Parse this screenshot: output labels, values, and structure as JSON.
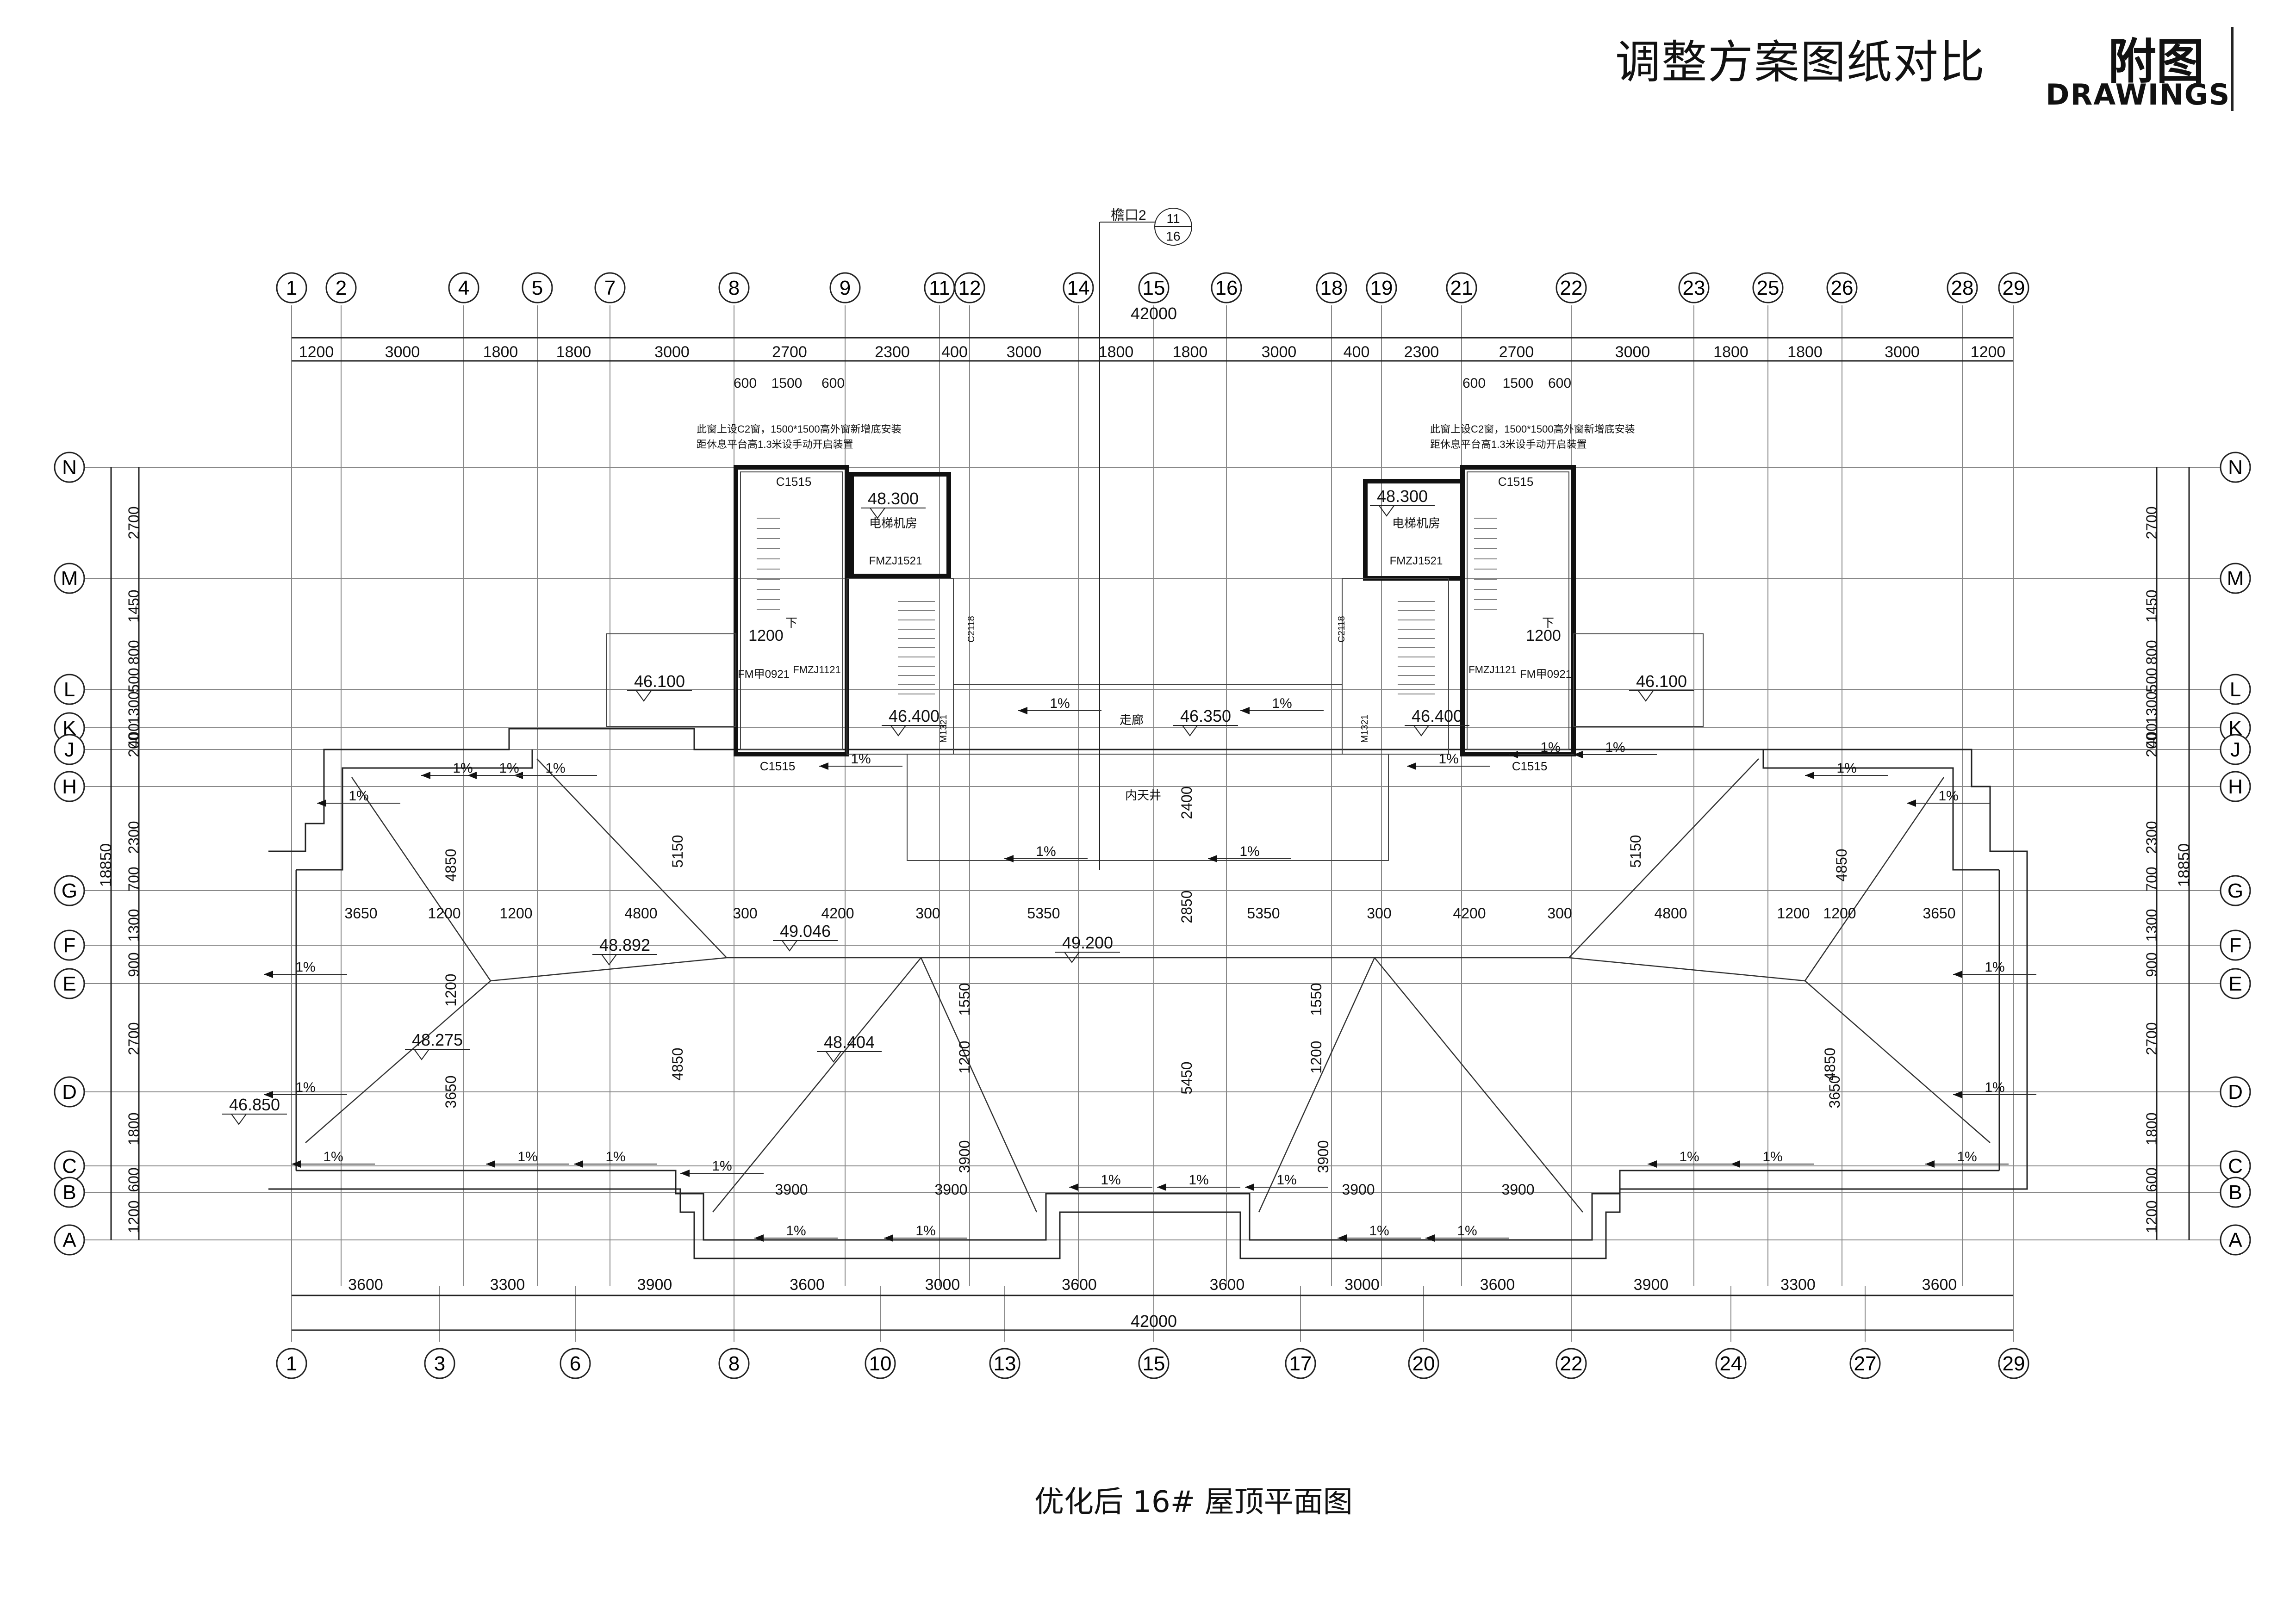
{
  "header": {
    "title": "调整方案图纸对比",
    "tag": "附图",
    "tag_en": "DRAWINGS"
  },
  "caption": "优化后 16# 屋顶平面图",
  "grid": {
    "top_axes": [
      "1",
      "2",
      "4",
      "5",
      "7",
      "8",
      "9",
      "11",
      "12",
      "14",
      "15",
      "16",
      "18",
      "19",
      "21",
      "22",
      "23",
      "25",
      "26",
      "28",
      "29"
    ],
    "bottom_axes": [
      "1",
      "3",
      "6",
      "8",
      "10",
      "13",
      "15",
      "17",
      "20",
      "22",
      "24",
      "27",
      "29"
    ],
    "row_axes": [
      "N",
      "M",
      "L",
      "K",
      "J",
      "H",
      "G",
      "F",
      "E",
      "D",
      "C",
      "B",
      "A"
    ],
    "top_dims": [
      "1200",
      "3000",
      "1800",
      "1800",
      "3000",
      "2700",
      "2300",
      "400",
      "3000",
      "1800",
      "1800",
      "3000",
      "400",
      "2300",
      "2700",
      "3000",
      "1800",
      "1800",
      "3000",
      "1200"
    ],
    "bottom_dims": [
      "3600",
      "3300",
      "3900",
      "3600",
      "3000",
      "3600",
      "3600",
      "3000",
      "3600",
      "3900",
      "3300",
      "3600"
    ],
    "total_width": "42000",
    "row_dims": [
      "2700",
      "1450",
      "800",
      "500",
      "1300",
      "400",
      "200",
      "2300",
      "700",
      "1300",
      "900",
      "2700",
      "1800",
      "600",
      "1200"
    ],
    "total_depth": "18850"
  },
  "roof_callout": {
    "label": "檐口2",
    "ref_top": "11",
    "ref_bottom": "16"
  },
  "elevations": {
    "stair_top": "48.300",
    "roof_left": "46.100",
    "roof_right": "46.100",
    "stair_landing_left": "46.400",
    "stair_landing_right": "46.400",
    "corridor": "46.350",
    "ridge_a": "49.046",
    "ridge_b": "48.892",
    "ridge_center": "49.200",
    "ridge_c": "48.275",
    "ridge_d": "48.404",
    "eave": "46.850"
  },
  "notes": {
    "note_left": "此窗上设C2窗，1500*1500高外窗新增底安装",
    "note_left_2": "距休息平台高1.3米设手动开启装置",
    "note_right": "此窗上设C2窗，1500*1500高外窗新增底安装",
    "note_right_2": "距休息平台高1.3米设手动开启装置",
    "corridor": "走廊",
    "courtyard": "内天井",
    "down": "下",
    "elevator_room": "电梯机房"
  },
  "labels": {
    "window": "C1515",
    "door_fire": "FM甲0921",
    "door_fire_b": "FMZJ1121",
    "door_elev": "FMZJ1521",
    "door_m": "M1321",
    "window_c2118": "C2118",
    "slope": "1%",
    "stair_dim_a": "1200",
    "stair_dim_b": "1500",
    "stair_dim_c": "600"
  },
  "inner_dims": {
    "left_top": [
      "3650",
      "1200",
      "1200",
      "4800",
      "300",
      "4200",
      "300",
      "5350"
    ],
    "right_top": [
      "5350",
      "300",
      "4200",
      "300",
      "4800",
      "1200",
      "1200",
      "3650"
    ],
    "mid_bottom": [
      "3900",
      "3900",
      "3900",
      "3900"
    ],
    "vertical": [
      "4850",
      "5150",
      "4850",
      "3650",
      "2400",
      "2850",
      "5450",
      "1200",
      "1550",
      "1200",
      "3900",
      "3900",
      "1550",
      "1200",
      "3650",
      "4850",
      "5150",
      "4850"
    ]
  }
}
